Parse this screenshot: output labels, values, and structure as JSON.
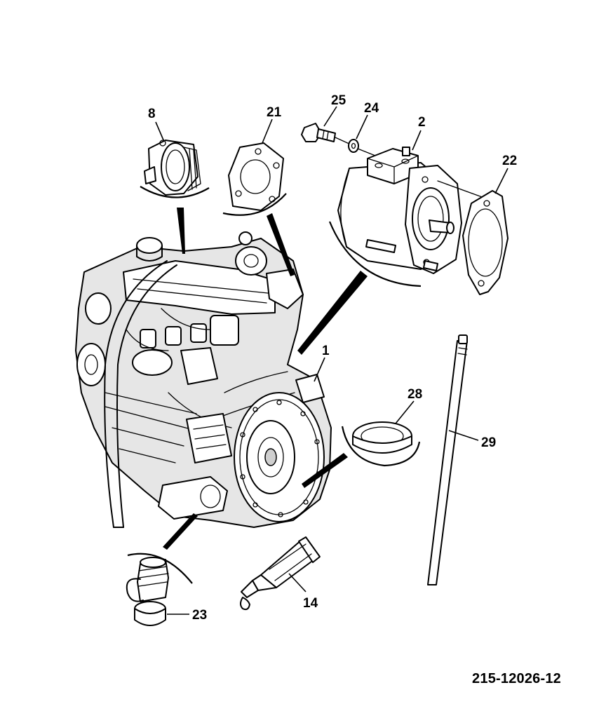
{
  "figure": {
    "reference": "215-12026-12"
  },
  "callouts": [
    {
      "id": "c1",
      "label": "1"
    },
    {
      "id": "c2",
      "label": "2"
    },
    {
      "id": "c8",
      "label": "8"
    },
    {
      "id": "c14",
      "label": "14"
    },
    {
      "id": "c21",
      "label": "21"
    },
    {
      "id": "c22",
      "label": "22"
    },
    {
      "id": "c23",
      "label": "23"
    },
    {
      "id": "c24",
      "label": "24"
    },
    {
      "id": "c25",
      "label": "25"
    },
    {
      "id": "c28",
      "label": "28"
    },
    {
      "id": "c29",
      "label": "29"
    }
  ]
}
